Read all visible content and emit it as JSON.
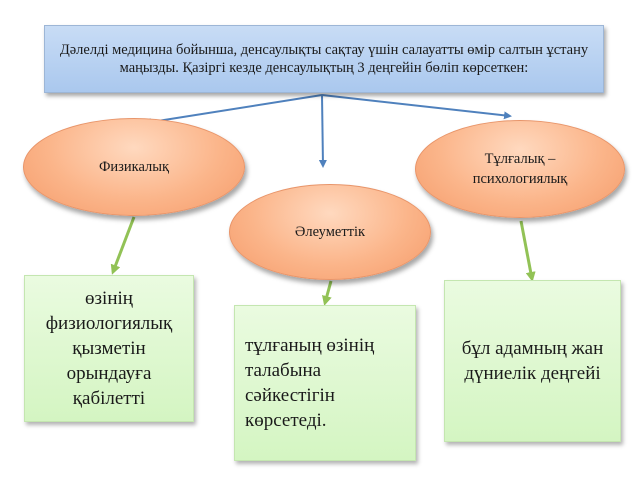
{
  "top_box": {
    "text": "Дәлелді медицина бойынша, денсаулықты сақтау үшін салауатты өмір салтын ұстану маңызды. Қазіргі кезде денсаулықтың 3 деңгейін бөліп көрсеткен:"
  },
  "levels": [
    {
      "title": "Физикалық",
      "description": "өзінің физиологиялық қызметін орындауға қабілетті"
    },
    {
      "title": "Әлеуметтік",
      "description": "тұлғаның өзінің талабына сәйкестігін көрсетеді."
    },
    {
      "title": "Тұлғалық – психологиялық",
      "description": "бұл адамның жан дүниелік деңгейі"
    }
  ],
  "colors": {
    "blue_arrow": "#4f81bd",
    "green_arrow": "#92c256",
    "oval_fill": "#fbb58a",
    "box_fill": "#d4f5c2",
    "header_fill": "#aac8ee"
  }
}
